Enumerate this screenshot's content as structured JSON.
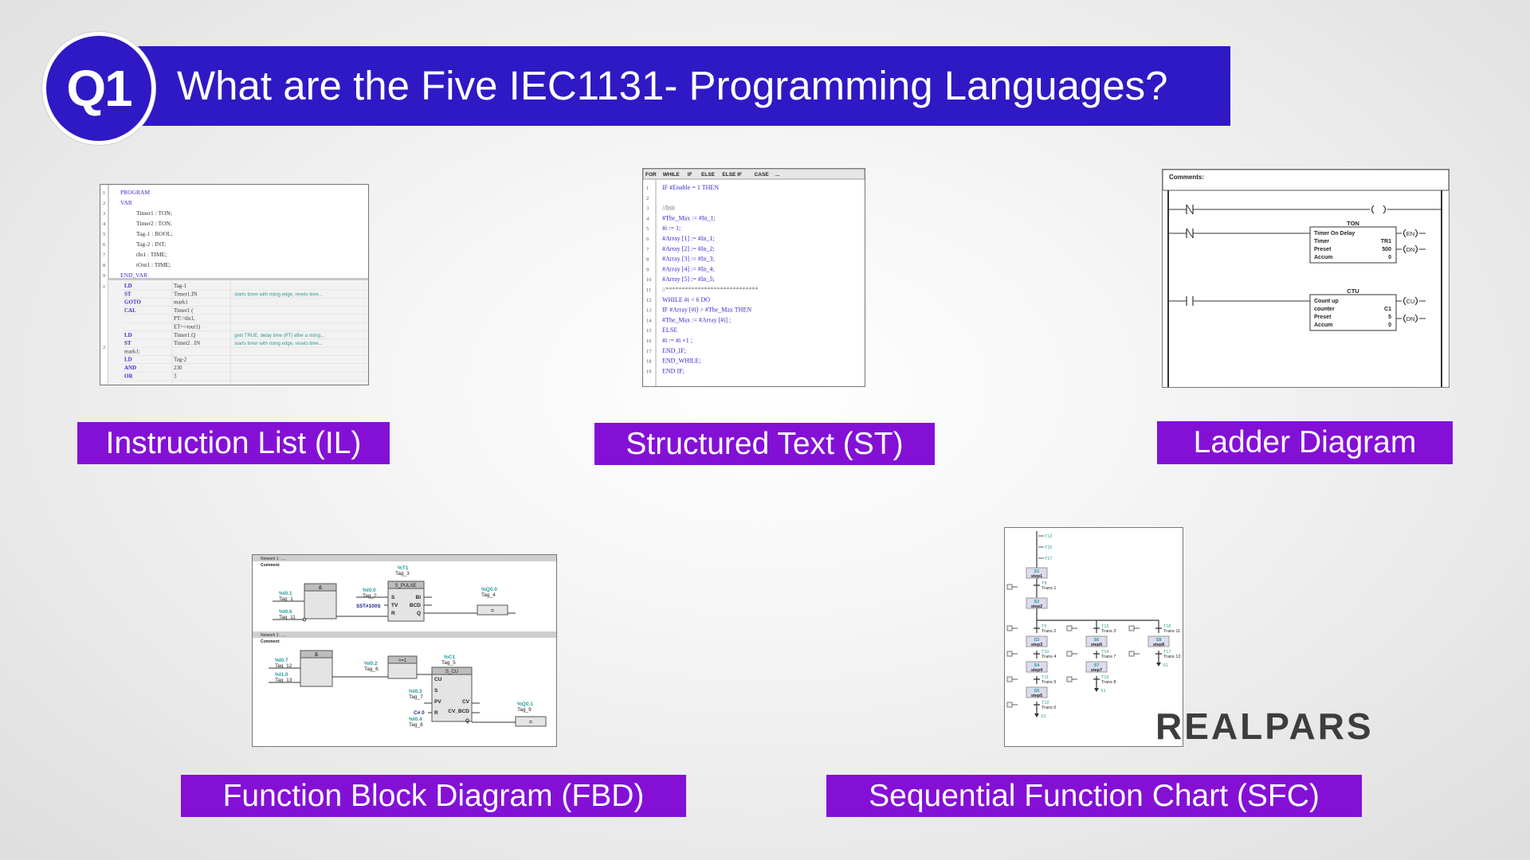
{
  "header": {
    "badge": "Q1",
    "title": "What are the Five IEC1131- Programming Languages?"
  },
  "labels": {
    "il": "Instruction List (IL)",
    "st": "Structured Text (ST)",
    "ld": "Ladder Diagram",
    "fbd": "Function Block Diagram (FBD)",
    "sfc": "Sequential Function Chart (SFC)"
  },
  "logo": "REALPARS",
  "colors": {
    "header": "#2e19c4",
    "label": "#8410d6",
    "code_keyword": "#3a2ad0",
    "code_comment": "#2a9a9a"
  },
  "il_panel": {
    "var_lines": [
      "PROGRAM",
      "VAR",
      "Timer1 : TON;",
      "Timer2 : TON;",
      "Tag-1 : BOOL;",
      "Tag-2 : INT;",
      "tIn1 : TIME;",
      "tOut1 : TIME;",
      "END_VAR"
    ],
    "rows": [
      {
        "op": "LD",
        "arg": "Tag-1",
        "cmt": ""
      },
      {
        "op": "ST",
        "arg": "Timer1.IN",
        "cmt": "starts timer with rising edge, resets time..."
      },
      {
        "op": "GOTO",
        "arg": "mark1",
        "cmt": ""
      },
      {
        "op": "CAL",
        "arg": "Timer1 (",
        "cmt": ""
      },
      {
        "op": "",
        "arg": "PT:=tIn1,",
        "cmt": ""
      },
      {
        "op": "",
        "arg": "ET=>tout1)",
        "cmt": ""
      },
      {
        "op": "LD",
        "arg": "Timer1.Q",
        "cmt": "gets TRUE, delay time (PT) after a rising..."
      },
      {
        "op": "ST",
        "arg": "Timer2 . IN",
        "cmt": "starts timer with rising edge, resets time..."
      },
      {
        "op": "mark1:",
        "arg": "",
        "cmt": ""
      },
      {
        "op": "LD",
        "arg": "Tag-2",
        "cmt": ""
      },
      {
        "op": "AND",
        "arg": "230",
        "cmt": ""
      },
      {
        "op": "OR",
        "arg": "3",
        "cmt": ""
      }
    ]
  },
  "st_panel": {
    "toolbar": [
      "FOR",
      "WHILE",
      "IF",
      "ELSE",
      "ELSE IF",
      "CASE",
      "..."
    ],
    "lines": [
      "IF  #Enable =  1  THEN",
      "",
      "   //Init",
      "   #The_Max  :=  #In_1;",
      "   #i  :=  1;",
      "   #Array  [1]  :=  #In_1;",
      "   #Array  [2]  :=  #In_2;",
      "   #Array  [3]  :=  #In_3;",
      "   #Array  [4]  :=  #In_4;",
      "   #Array  [5]  :=  #In_5;",
      "   //*****************************",
      "   WHILE  #i < 6  DO",
      "        IF #Array [#i] > #The_Max  THEN",
      "           #The_Max  :=  #Array [#i]  ;",
      "       ELSE",
      "           #i  :=  #i +1  ;",
      "       END_IF;",
      "   END_WHILE;",
      "END IF;"
    ]
  },
  "ld_panel": {
    "comments": "Comments:",
    "ton": {
      "title": "TON",
      "rows": [
        [
          "Timer On Delay",
          ""
        ],
        [
          "Timer",
          "TR1"
        ],
        [
          "Preset",
          "500"
        ],
        [
          "Accum",
          "0"
        ]
      ],
      "outs": [
        "EN",
        "DN"
      ]
    },
    "ctu": {
      "title": "CTU",
      "rows": [
        [
          "Count up",
          ""
        ],
        [
          "counter",
          "C1"
        ],
        [
          "Preset",
          "5"
        ],
        [
          "Accum",
          "0"
        ]
      ],
      "outs": [
        "CU",
        "DN"
      ]
    }
  },
  "fbd_panel": {
    "net1": "Network 1: .....",
    "net2": "Network 2: .....",
    "comment": "Comment:",
    "and_sym": "&",
    "or_sym": ">=1",
    "assign_sym": "=",
    "n1": {
      "and_in1_addr": "%I0.1",
      "and_in1_tag": "Tag_1",
      "and_in2_addr": "%I0.6",
      "and_in2_tag": "Tag_11",
      "t_addr": "%T1",
      "t_tag": "Tag_3",
      "t_type": "S_PULSE",
      "t_s_addr": "%I0.0",
      "t_s_tag": "Tag_2",
      "t_tv": "S5T#100S",
      "pins_l": [
        "S",
        "TV",
        "R"
      ],
      "pins_r": [
        "BI",
        "BCD",
        "Q"
      ],
      "out_addr": "%Q0.0",
      "out_tag": "Tag_4"
    },
    "n2": {
      "and_in1_addr": "%I0.7",
      "and_in1_tag": "Tag_12",
      "and_in2_addr": "%I1.0",
      "and_in2_tag": "Tag_13",
      "or_in_addr": "%I0.2",
      "or_in_tag": "Tag_6",
      "c_addr": "%C1",
      "c_tag": "Tag_5",
      "c_type": "S_CU",
      "c_s_addr": "%I0.3",
      "c_s_tag": "Tag_7",
      "c_pv": "C# 0",
      "c_r_addr": "%I0.4",
      "c_r_tag": "Tag_8",
      "pins_l": [
        "CU",
        "S",
        "PV",
        "R"
      ],
      "pins_r": [
        "CV",
        "CV_BCD",
        "Q"
      ],
      "out_addr": "%Q0.1",
      "out_tag": "Tag_9"
    }
  },
  "sfc_panel": {
    "top_trans": [
      "T12",
      "T15",
      "T17"
    ],
    "s1": {
      "num": "S1",
      "name": "step1"
    },
    "t8": {
      "num": "T8",
      "name": "Trans 1"
    },
    "s2": {
      "num": "S2",
      "name": "step2"
    },
    "branches": [
      [
        {
          "t": "T9",
          "tn": "Trans 2"
        },
        {
          "s": "S3",
          "sn": "step3"
        },
        {
          "t": "T10",
          "tn": "Trans 4"
        },
        {
          "s": "S4",
          "sn": "step4"
        },
        {
          "t": "T11",
          "tn": "Trans 5"
        },
        {
          "s": "S5",
          "sn": "step5"
        },
        {
          "t": "T12",
          "tn": "Trans 6"
        },
        {
          "j": "S1"
        }
      ],
      [
        {
          "t": "T13",
          "tn": "Trans 3"
        },
        {
          "s": "S6",
          "sn": "step6"
        },
        {
          "t": "T14",
          "tn": "Trans 7"
        },
        {
          "s": "S7",
          "sn": "step7"
        },
        {
          "t": "T15",
          "tn": "Trans 8"
        },
        {
          "j": "S1"
        }
      ],
      [
        {
          "t": "T16",
          "tn": "Trans 11"
        },
        {
          "s": "S8",
          "sn": "step8"
        },
        {
          "t": "T17",
          "tn": "Trans 12"
        },
        {
          "j": "S1"
        }
      ]
    ]
  }
}
